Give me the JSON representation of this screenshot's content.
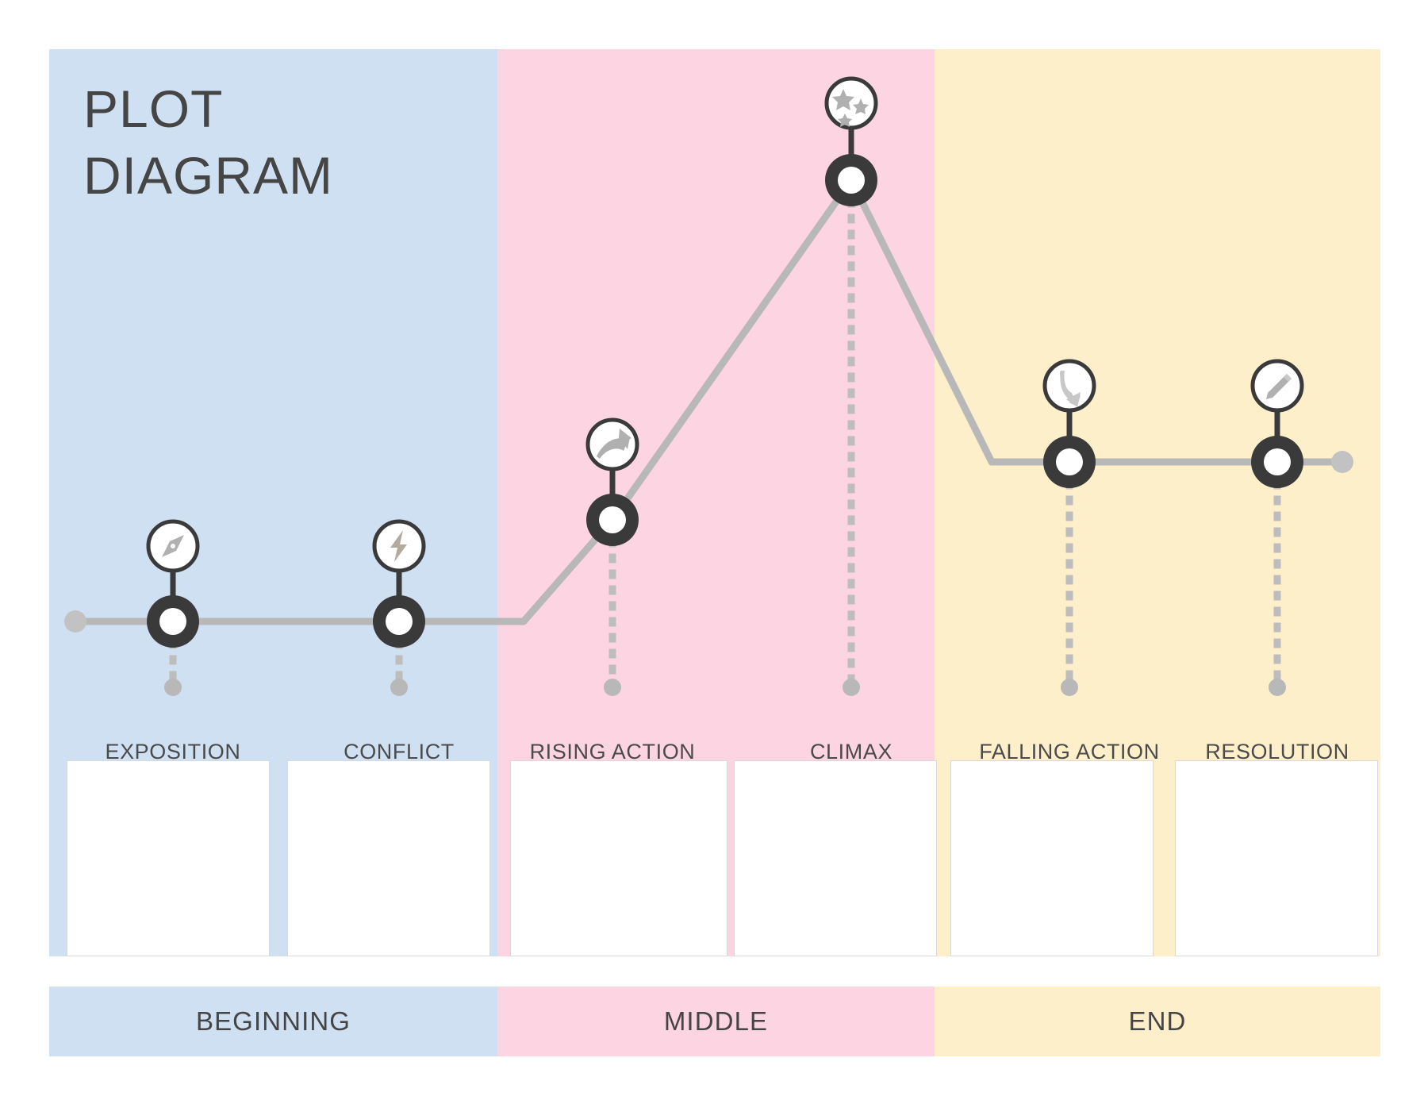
{
  "title": {
    "line1": "PLOT",
    "line2": "DIAGRAM"
  },
  "colors": {
    "beginning_band": "#cfe0f2",
    "middle_band": "#fdd4e2",
    "end_band": "#fdefca",
    "plot_line": "#b8b8b8",
    "node_ring": "#3a3a3a",
    "node_fill": "#ffffff",
    "icon_glyph": "#b0b0b0",
    "text": "#454545",
    "dot": "#b8b8b8",
    "note_box_border": "#d9d9d9"
  },
  "stages": [
    {
      "label": "EXPOSITION",
      "icon": "compass-icon",
      "band": "beginning"
    },
    {
      "label": "CONFLICT",
      "icon": "lightning-bolt-icon",
      "band": "beginning"
    },
    {
      "label": "RISING ACTION",
      "icon": "arrow-up-curve-icon",
      "band": "middle"
    },
    {
      "label": "CLIMAX",
      "icon": "stars-icon",
      "band": "middle"
    },
    {
      "label": "FALLING ACTION",
      "icon": "arrow-down-curve-icon",
      "band": "end"
    },
    {
      "label": "RESOLUTION",
      "icon": "pencil-icon",
      "band": "end"
    }
  ],
  "sections": [
    {
      "label": "BEGINNING"
    },
    {
      "label": "MIDDLE"
    },
    {
      "label": "END"
    }
  ],
  "chart_data": {
    "type": "line",
    "title": "PLOT DIAGRAM",
    "categories": [
      "EXPOSITION",
      "CONFLICT",
      "RISING ACTION",
      "CLIMAX",
      "FALLING ACTION",
      "RESOLUTION"
    ],
    "x": [
      218,
      503,
      772,
      1073,
      1348,
      1610
    ],
    "y": [
      783,
      783,
      655,
      227,
      582,
      582
    ],
    "line_start": [
      95,
      783
    ],
    "line_end": [
      1692,
      582
    ],
    "xlabel": "",
    "ylabel": "",
    "grid": false,
    "legend": "none",
    "annotations": [
      "BEGINNING",
      "MIDDLE",
      "END"
    ]
  }
}
